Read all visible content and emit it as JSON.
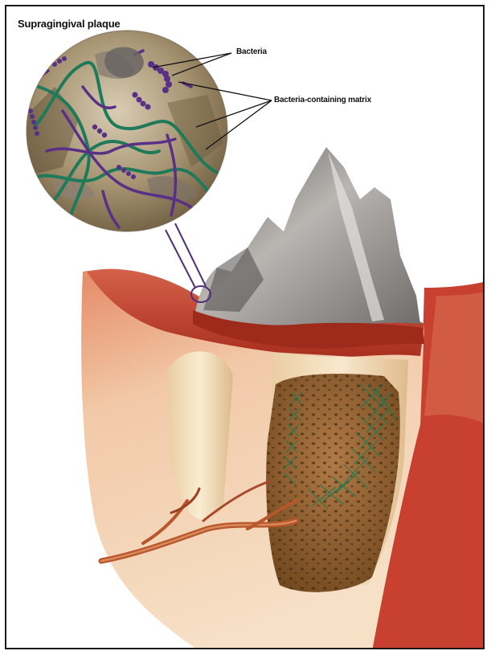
{
  "figure": {
    "title": "Supragingival plaque",
    "labels": {
      "bacteria": "Bacteria",
      "matrix": "Bacteria-containing matrix"
    }
  },
  "colors": {
    "gum": "#c9422c",
    "gum_light": "#e9a07f",
    "bone": "#9b6a3c",
    "tooth_crown": "#8d8a88",
    "root": "#f1d8b0",
    "bacteria_purple": "#5a2f86",
    "matrix_green": "#1f7a5a",
    "vessel": "#b8572c"
  }
}
